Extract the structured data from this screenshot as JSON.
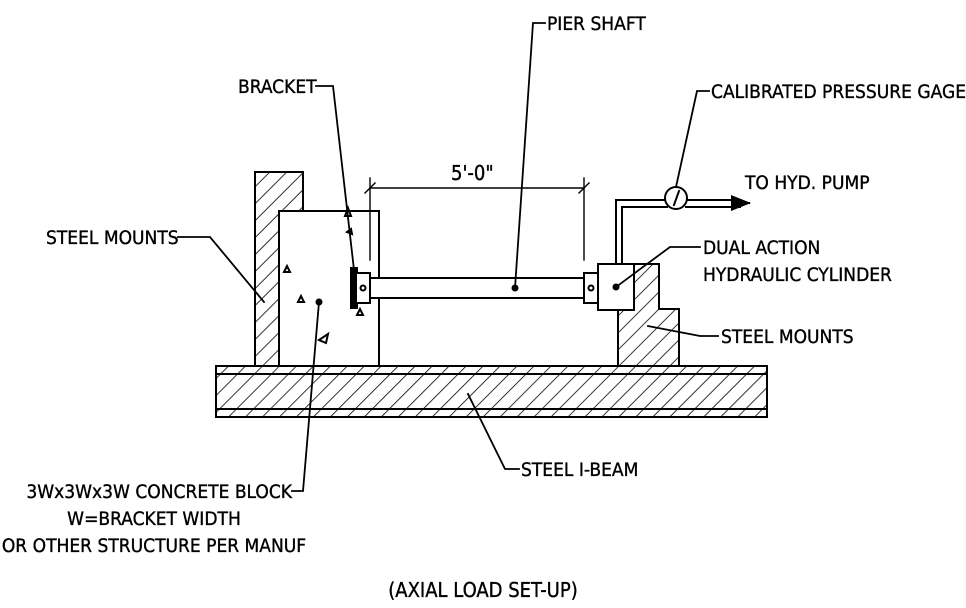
{
  "labels": {
    "pier_shaft": "PIER SHAFT",
    "bracket": "BRACKET",
    "calibrated_pressure_gage": "CALIBRATED PRESSURE GAGE",
    "dimension": "5'-0\"",
    "to_hyd_pump": "TO HYD. PUMP",
    "steel_mounts_left": "STEEL MOUNTS",
    "dual_action_line1": "DUAL ACTION",
    "dual_action_line2": "HYDRAULIC CYLINDER",
    "steel_mounts_right": "STEEL MOUNTS",
    "steel_i_beam": "STEEL I-BEAM",
    "concrete_block_line1": "3Wx3Wx3W CONCRETE BLOCK",
    "concrete_block_line2": "W=BRACKET WIDTH",
    "concrete_block_line3": "OR OTHER STRUCTURE PER MANUF",
    "caption": "(AXIAL LOAD SET-UP)"
  }
}
